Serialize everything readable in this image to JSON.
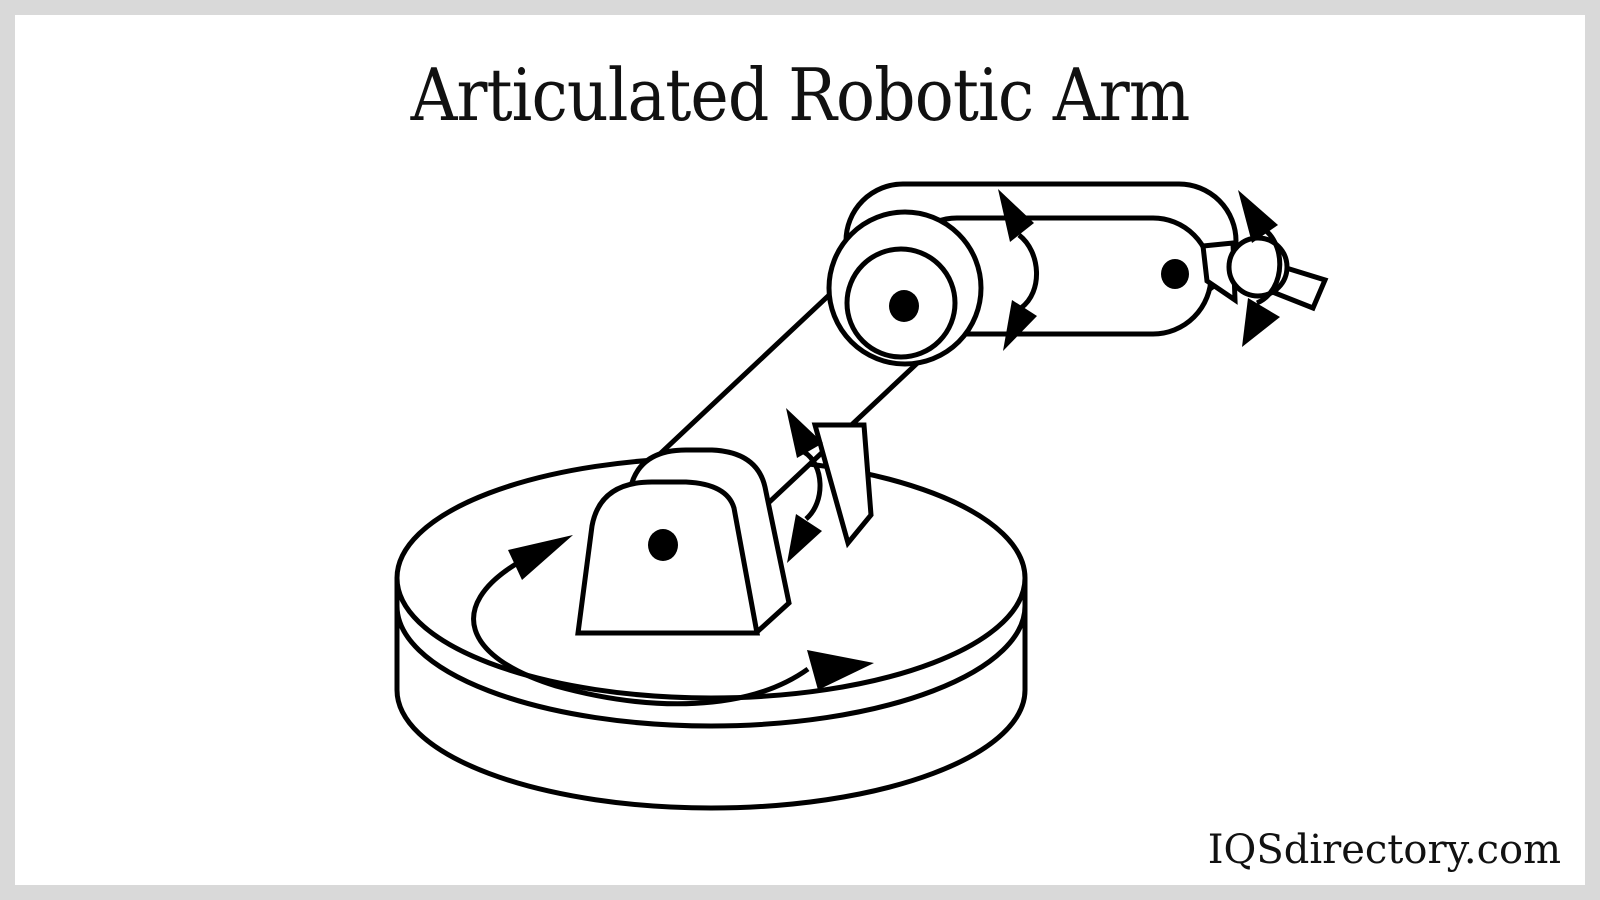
{
  "title": {
    "text": "Articulated Robotic Arm",
    "color": "#111111"
  },
  "watermark": {
    "text": "IQSdirectory.com",
    "color": "#111111"
  },
  "canvas": {
    "background": "#ffffff",
    "frame_color": "#d9d9d9",
    "line_color": "#000000"
  },
  "diagram": {
    "kind": "line-drawing",
    "subject": "articulated robotic arm",
    "components": [
      "rotating-base",
      "base-rotation-arrow",
      "shoulder-mount",
      "shoulder-joint-dot",
      "shoulder-rotation-arrow",
      "upper-arm",
      "elbow-joint-dot",
      "elbow-rotation-arrow",
      "forearm",
      "wrist-joint-dot",
      "wrist-ball",
      "wrist-rotation-arrow",
      "end-effector"
    ]
  }
}
